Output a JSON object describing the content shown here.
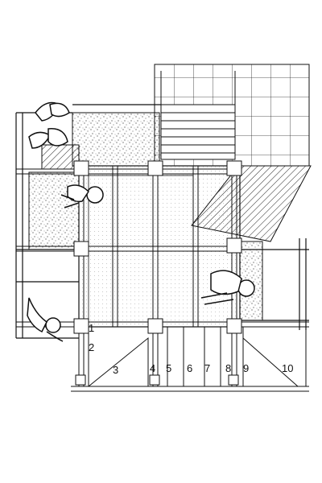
{
  "drawing": {
    "type": "architectural-floor-plan",
    "style": "black-line-on-white",
    "colors": {
      "line": "#111111",
      "hatch": "#555555",
      "fill": "#ffffff"
    },
    "figures": [
      "person-seated-reading",
      "person-seated-lounging",
      "person-standing",
      "potted-palm-plant"
    ],
    "labels": [
      "1",
      "2",
      "3",
      "4",
      "5",
      "6",
      "7",
      "8",
      "9",
      "10"
    ]
  }
}
